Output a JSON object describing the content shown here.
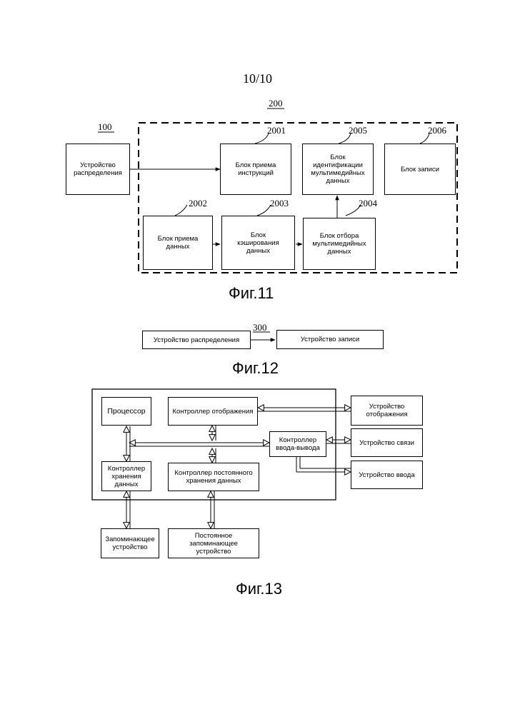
{
  "page_number": "10/10",
  "fig11": {
    "caption": "Фиг.11",
    "group_ref": "200",
    "ref_100": "100",
    "distribution_device": "Устройство\nраспределения",
    "blocks": {
      "b2001": {
        "ref": "2001",
        "label": "Блок приема\nинструкций"
      },
      "b2005": {
        "ref": "2005",
        "label": "Блок\nидентификации\nмультимедийных\nданных"
      },
      "b2006": {
        "ref": "2006",
        "label": "Блок записи"
      },
      "b2002": {
        "ref": "2002",
        "label": "Блок приема\nданных"
      },
      "b2003": {
        "ref": "2003",
        "label": "Блок\nкэширования\nданных"
      },
      "b2004": {
        "ref": "2004",
        "label": "Блок отбора\nмультимедийных\nданных"
      }
    }
  },
  "fig12": {
    "caption": "Фиг.12",
    "ref": "300",
    "left": "Устройство распределения",
    "right": "Устройство записи"
  },
  "fig13": {
    "caption": "Фиг.13",
    "processor": "Процессор",
    "display_controller": "Контроллер отображения",
    "io_controller": "Контроллер\nввода-вывода",
    "storage_controller": "Контроллер\nхранения\nданных",
    "persistent_controller": "Контроллер постоянного\nхранения данных",
    "display_device": "Устройство\nотображения",
    "comm_device": "Устройство связи",
    "input_device": "Устройство ввода",
    "memory_device": "Запоминающее\nустройство",
    "persistent_memory": "Постоянное запоминающее\nустройство"
  }
}
